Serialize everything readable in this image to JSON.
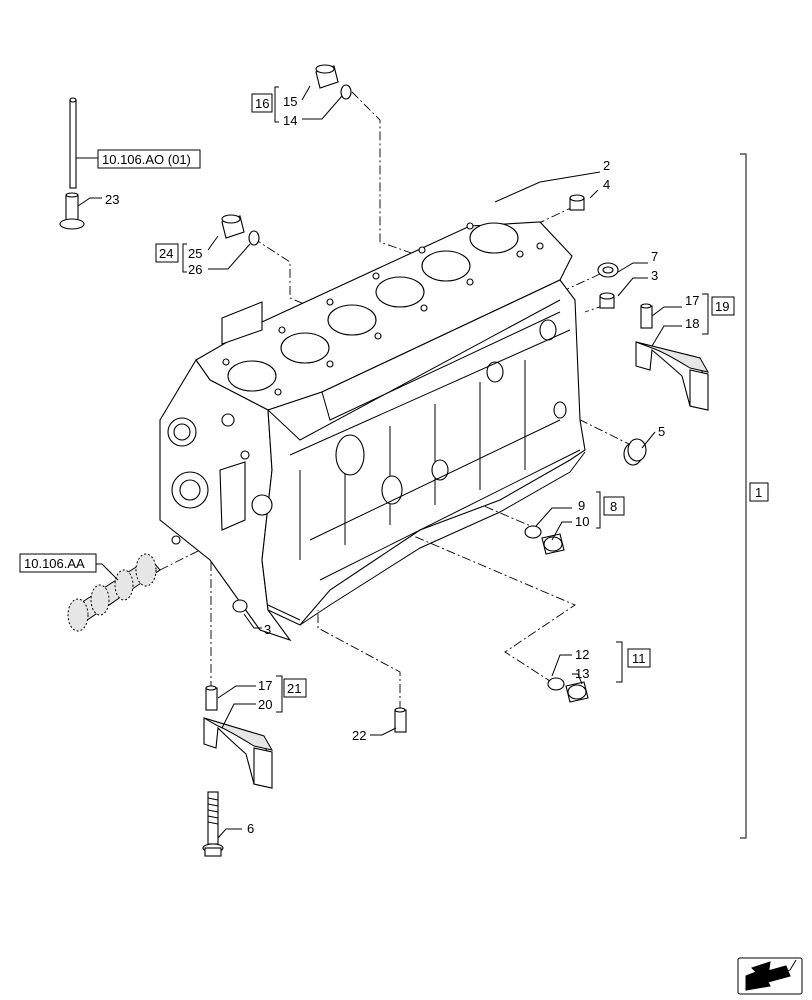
{
  "callouts": {
    "c2": "2",
    "c3a": "3",
    "c3b": "3",
    "c4": "4",
    "c5": "5",
    "c6": "6",
    "c7": "7",
    "c9": "9",
    "c10": "10",
    "c12": "12",
    "c13": "13",
    "c14": "14",
    "c15": "15",
    "c17a": "17",
    "c17b": "17",
    "c18": "18",
    "c20": "20",
    "c22": "22",
    "c23": "23",
    "c25": "25",
    "c26": "26"
  },
  "kits": {
    "k1": "1",
    "k8": "8",
    "k11": "11",
    "k16": "16",
    "k19": "19",
    "k21": "21",
    "k24": "24"
  },
  "references": {
    "ref_top": "10.106.AO (01)",
    "ref_left": "10.106.AA"
  },
  "icons": {
    "nav": "next-page-arrow-icon"
  }
}
